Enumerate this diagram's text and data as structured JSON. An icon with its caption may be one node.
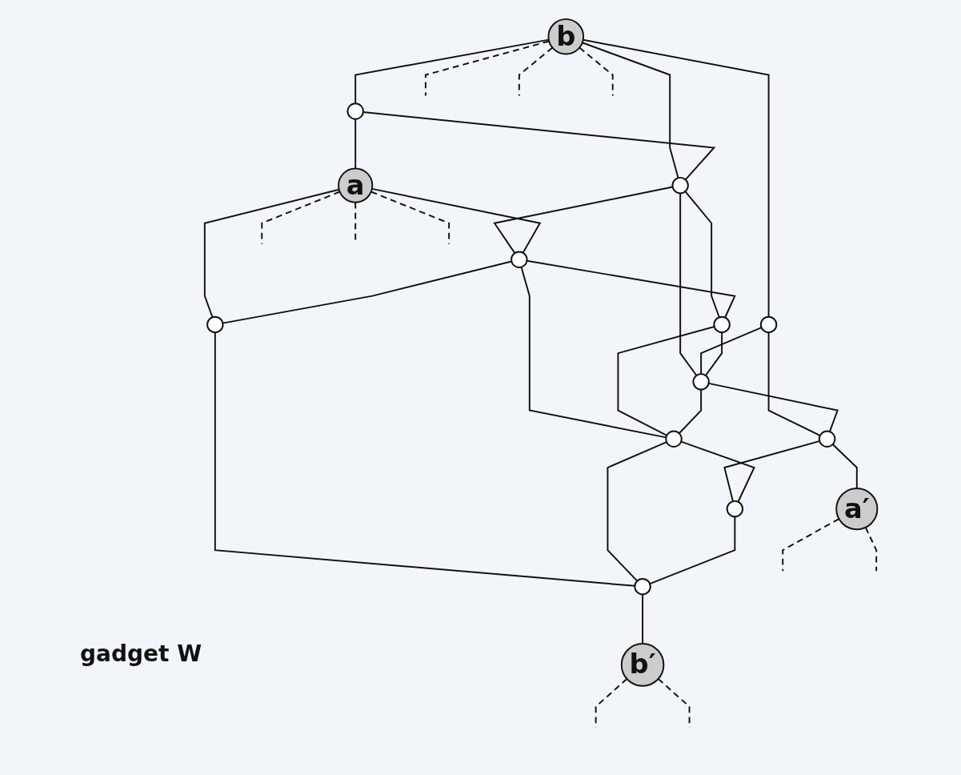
{
  "diagram": {
    "nodes": [
      {
        "text": [
          "b"
        ]
      },
      {
        "text": [],
        "shape": "circle"
      },
      {
        "text": [],
        "shape": "circle"
      },
      {
        "text": [],
        "shape": "circle"
      },
      {
        "text": [
          "a"
        ]
      },
      {
        "text": [],
        "shape": "circle"
      },
      {
        "text": [],
        "shape": "circle"
      },
      {
        "text": [],
        "shape": "circle"
      },
      {
        "text": [],
        "shape": "circle"
      },
      {
        "text": [
          "a′"
        ]
      },
      {
        "text": [],
        "shape": "circle"
      },
      {
        "text": [],
        "shape": "circle"
      },
      {
        "text": [],
        "shape": "circle"
      },
      {
        "text": [],
        "shape": "circle"
      },
      {
        "text": [
          "b′"
        ]
      }
    ],
    "edges": [
      {
        "from": 0,
        "to": null,
        "arrow": "none",
        "style": "dashed"
      },
      {
        "from": 0,
        "to": null,
        "arrow": "none",
        "style": "dashed"
      },
      {
        "from": 0,
        "to": null,
        "arrow": "none",
        "style": "dashed"
      },
      {
        "from": 0,
        "to": 1,
        "arrow": "none"
      },
      {
        "from": 0,
        "to": 2,
        "arrow": "none"
      },
      {
        "from": 0,
        "to": 3,
        "arrow": "none"
      },
      {
        "from": 1,
        "to": 2,
        "arrow": "none"
      },
      {
        "from": 1,
        "to": 4,
        "arrow": "none"
      },
      {
        "from": 2,
        "to": 5,
        "arrow": "none"
      },
      {
        "from": 2,
        "to": 6,
        "arrow": "none"
      },
      {
        "from": 2,
        "to": 7,
        "arrow": "none"
      },
      {
        "from": 3,
        "to": 7,
        "arrow": "none"
      },
      {
        "from": 3,
        "to": 8,
        "arrow": "none"
      },
      {
        "from": 4,
        "to": null,
        "arrow": "none",
        "style": "dashed"
      },
      {
        "from": 4,
        "to": null,
        "arrow": "none",
        "style": "dashed"
      },
      {
        "from": 4,
        "to": null,
        "arrow": "none",
        "style": "dashed"
      },
      {
        "from": 4,
        "to": 5,
        "arrow": "none"
      },
      {
        "from": 4,
        "to": 10,
        "arrow": "none"
      },
      {
        "from": 5,
        "to": 6,
        "arrow": "none"
      },
      {
        "from": 5,
        "to": 10,
        "arrow": "none"
      },
      {
        "from": 5,
        "to": 11,
        "arrow": "none"
      },
      {
        "from": 6,
        "to": 7,
        "arrow": "none"
      },
      {
        "from": 6,
        "to": 11,
        "arrow": "none"
      },
      {
        "from": 7,
        "to": 8,
        "arrow": "none"
      },
      {
        "from": 7,
        "to": 11,
        "arrow": "none"
      },
      {
        "from": 8,
        "to": 9,
        "arrow": "none"
      },
      {
        "from": 8,
        "to": 12,
        "arrow": "none"
      },
      {
        "from": 9,
        "to": null,
        "arrow": "none",
        "style": "dashed"
      },
      {
        "from": 9,
        "to": null,
        "arrow": "none",
        "style": "dashed"
      },
      {
        "from": 10,
        "to": 13,
        "arrow": "none"
      },
      {
        "from": 11,
        "to": 12,
        "arrow": "none"
      },
      {
        "from": 11,
        "to": 13,
        "arrow": "none"
      },
      {
        "from": 12,
        "to": 13,
        "arrow": "none"
      },
      {
        "from": 13,
        "to": 14,
        "arrow": "none"
      },
      {
        "from": 14,
        "to": null,
        "arrow": "none",
        "style": "dashed"
      },
      {
        "from": 14,
        "to": null,
        "arrow": "none",
        "style": "dashed"
      }
    ],
    "labels": [
      "gadget W"
    ]
  }
}
